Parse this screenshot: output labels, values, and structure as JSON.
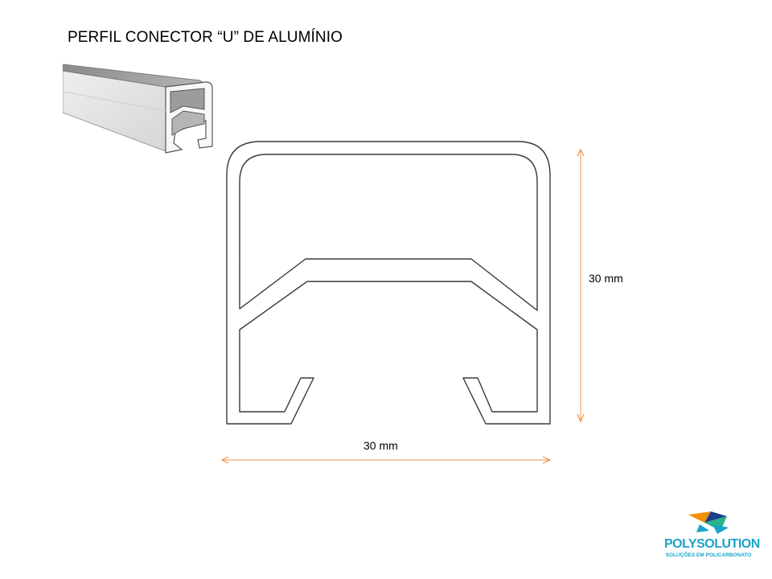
{
  "title": "PERFIL CONECTOR “U” DE ALUMÍNIO",
  "dimensions": {
    "height_label": "30 mm",
    "width_label": "30 mm"
  },
  "logo": {
    "name": "POLYSOLUTION",
    "tagline": "SOLUÇÕES EM POLICARBONATO"
  },
  "colors": {
    "dimension_lines": "#e8944f",
    "profile_outline": "#3a3a3a",
    "logo_word": "#1aa3c9",
    "logo_orange": "#f39200",
    "logo_navy": "#1d3f8c",
    "logo_green": "#2bb38a"
  }
}
